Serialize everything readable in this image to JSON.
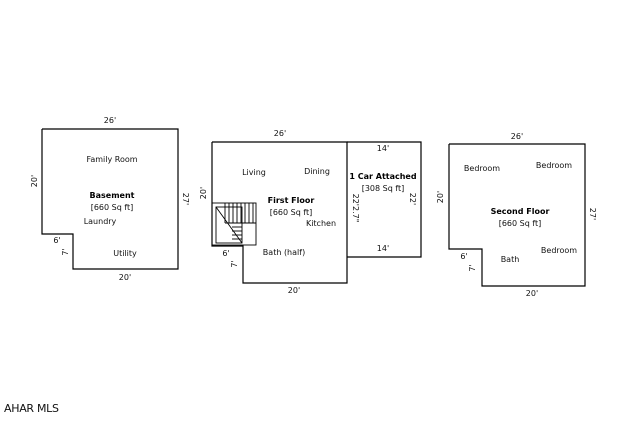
{
  "basement": {
    "dims": {
      "top": "26'",
      "left": "20'",
      "right": "27'",
      "bottom": "20'",
      "notch_width": "6'",
      "notch_height": "7'"
    },
    "rooms": {
      "family_room": "Family Room",
      "laundry": "Laundry",
      "utility": "Utility"
    },
    "title": "Basement",
    "area": "[660 Sq ft]"
  },
  "first_floor": {
    "dims": {
      "top": "26'",
      "left": "20'",
      "right": "22'2.7\"",
      "bottom": "20'",
      "notch_width": "6'",
      "notch_height": "7'"
    },
    "rooms": {
      "living": "Living",
      "dining": "Dining",
      "kitchen": "Kitchen",
      "bath_half": "Bath (half)"
    },
    "title": "First Floor",
    "area": "[660 Sq ft]"
  },
  "garage": {
    "dims": {
      "top": "14'",
      "bottom": "14'",
      "right": "22'"
    },
    "title": "1 Car Attached",
    "area": "[308 Sq ft]"
  },
  "second_floor": {
    "dims": {
      "top": "26'",
      "left": "20'",
      "right": "27'",
      "bottom": "20'",
      "notch_width": "6'",
      "notch_height": "7'"
    },
    "rooms": {
      "bedroom_1": "Bedroom",
      "bedroom_2": "Bedroom",
      "bedroom_3": "Bedroom",
      "bath": "Bath"
    },
    "title": "Second Floor",
    "area": "[660 Sq ft]"
  },
  "watermark": "AHAR MLS"
}
